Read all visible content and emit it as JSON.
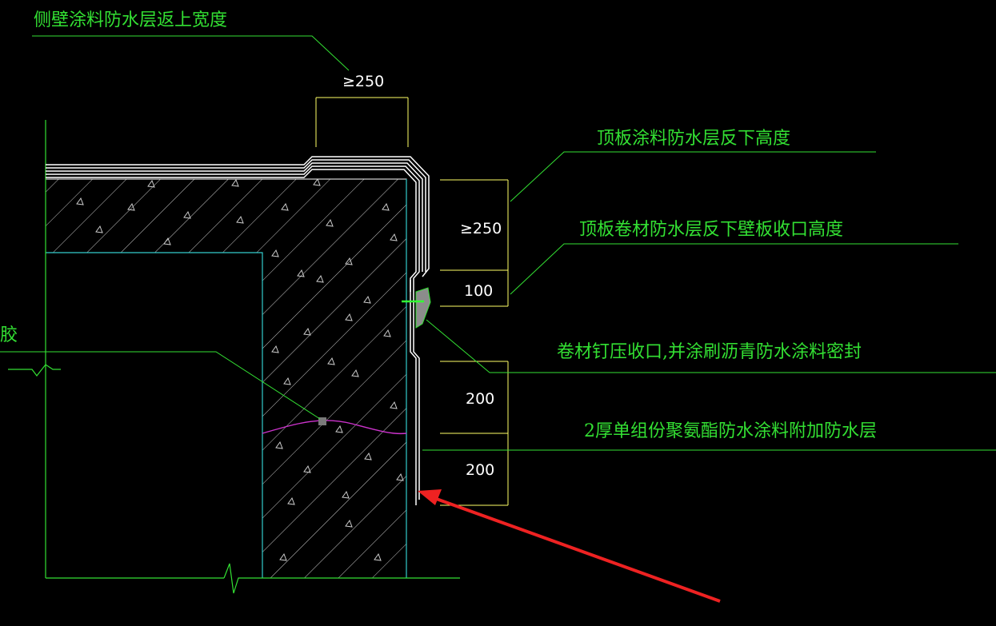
{
  "colors": {
    "background": "#000000",
    "leader": "#33e033",
    "dimension": "#ffff66",
    "membrane": "#ffffff",
    "inner_face": "#33cccc",
    "hatch": "#c8c8c8",
    "coating_line": "#cc33cc",
    "arrow": "#ee2222"
  },
  "annotations": {
    "side_wall_coating_turn_up": "侧壁涂料防水层返上宽度",
    "roof_coating_turn_down": "顶板涂料防水层反下高度",
    "roof_membrane_closure": "顶板卷材防水层反下壁板收口高度",
    "nail_closure_seal": "卷材钉压收口,并涂刷沥青防水涂料密封",
    "pu_additional_layer": "2厚单组份聚氨酯防水涂料附加防水层",
    "left_cut_label": "胶"
  },
  "dimensions": {
    "top_width": "≥250",
    "turn_down": "≥250",
    "closure_height": "100",
    "lower_1": "200",
    "lower_2": "200"
  }
}
